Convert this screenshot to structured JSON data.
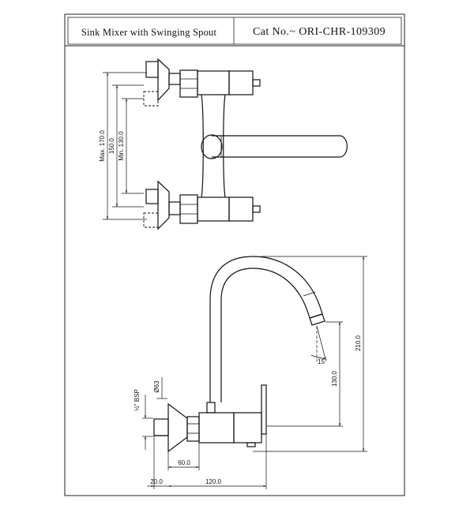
{
  "title_block": {
    "product_name": "Sink Mixer with Swinging Spout",
    "catalog_number": "Cat No.~ ORI-CHR-109309"
  },
  "top_view_dimensions": {
    "max_spacing": "Max. 170.0",
    "nominal_spacing": "150.0",
    "min_spacing": "Min. 130.0"
  },
  "side_view_dimensions": {
    "total_height": "210.0",
    "spout_height": "130.0",
    "spout_angle": "15°",
    "inlet_thread": "½\" BSP",
    "flange_diameter": "Ø63",
    "body_offset": "60.0",
    "wall_gap": "20.0",
    "projection": "120.0"
  }
}
